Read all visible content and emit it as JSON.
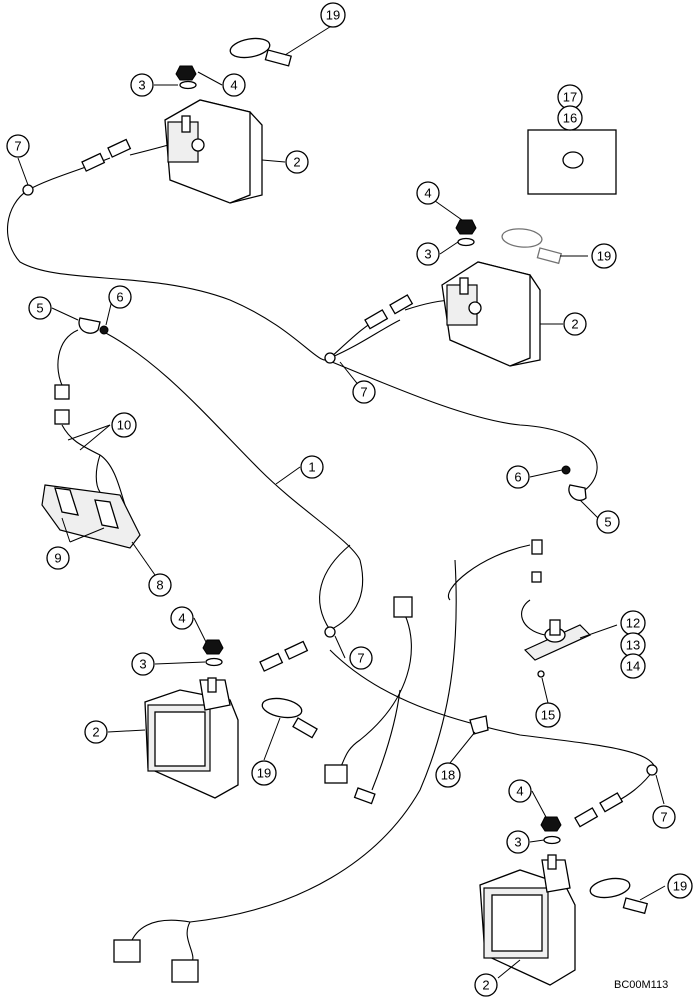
{
  "figure": {
    "drawing_code": "BC00M113"
  },
  "callouts": [
    {
      "id": "c19-top",
      "label": "19"
    },
    {
      "id": "c3-top",
      "label": "3"
    },
    {
      "id": "c4-top",
      "label": "4"
    },
    {
      "id": "c7-topleft",
      "label": "7"
    },
    {
      "id": "c2-topleft",
      "label": "2"
    },
    {
      "id": "c17",
      "label": "17"
    },
    {
      "id": "c16",
      "label": "16"
    },
    {
      "id": "c4-right",
      "label": "4"
    },
    {
      "id": "c3-right",
      "label": "3"
    },
    {
      "id": "c19-right",
      "label": "19"
    },
    {
      "id": "c2-right",
      "label": "2"
    },
    {
      "id": "c5-left",
      "label": "5"
    },
    {
      "id": "c6-left",
      "label": "6"
    },
    {
      "id": "c7-mid",
      "label": "7"
    },
    {
      "id": "c10",
      "label": "10"
    },
    {
      "id": "c1",
      "label": "1"
    },
    {
      "id": "c6-right",
      "label": "6"
    },
    {
      "id": "c5-right",
      "label": "5"
    },
    {
      "id": "c9",
      "label": "9"
    },
    {
      "id": "c8",
      "label": "8"
    },
    {
      "id": "c12",
      "label": "12"
    },
    {
      "id": "c13",
      "label": "13"
    },
    {
      "id": "c14",
      "label": "14"
    },
    {
      "id": "c4-lowleft",
      "label": "4"
    },
    {
      "id": "c7-lowmid",
      "label": "7"
    },
    {
      "id": "c3-lowleft",
      "label": "3"
    },
    {
      "id": "c15",
      "label": "15"
    },
    {
      "id": "c2-lowleft",
      "label": "2"
    },
    {
      "id": "c19-lowleft",
      "label": "19"
    },
    {
      "id": "c18",
      "label": "18"
    },
    {
      "id": "c4-lowright",
      "label": "4"
    },
    {
      "id": "c7-lowright",
      "label": "7"
    },
    {
      "id": "c3-lowright",
      "label": "3"
    },
    {
      "id": "c19-lowright",
      "label": "19"
    },
    {
      "id": "c2-bottom",
      "label": "2"
    }
  ]
}
